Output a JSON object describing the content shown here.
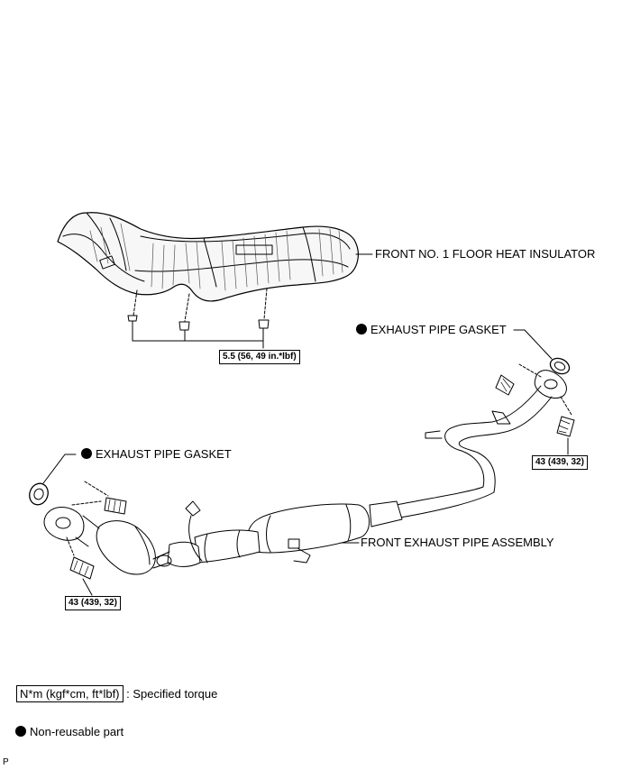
{
  "labels": {
    "heat_insulator": "FRONT NO. 1 FLOOR HEAT INSULATOR",
    "gasket_right": "EXHAUST PIPE GASKET",
    "gasket_left": "EXHAUST PIPE GASKET",
    "pipe_assembly": "FRONT EXHAUST PIPE ASSEMBLY"
  },
  "torques": {
    "insulator_bolts": "5.5 (56, 49 in.*lbf)",
    "rear_bolts": "43 (439, 32)",
    "front_bolts": "43 (439, 32)"
  },
  "legend": {
    "torque_unit": "N*m (kgf*cm, ft*lbf)",
    "torque_desc": ": Specified torque",
    "nonreusable_desc": "Non-reusable part"
  },
  "corner_mark": "P",
  "icons": {
    "nonreusable_marker": "filled-circle-icon"
  }
}
